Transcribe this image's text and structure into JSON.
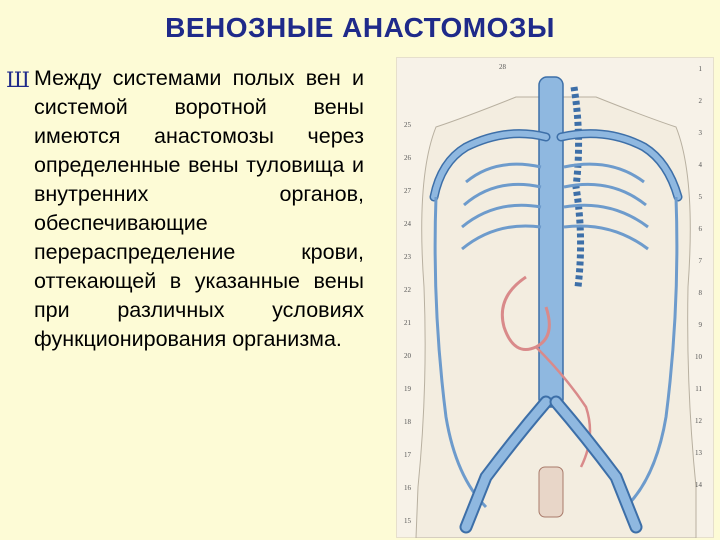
{
  "slide": {
    "title": "ВЕНОЗНЫЕ АНАСТОМОЗЫ",
    "bullet_marker": "Ш",
    "bullet_text": "Между системами полых вен и системой воротной вены имеются анастомозы через определенные вены туловища и внутренних органов, обеспечивающие перераспределение крови, оттекающей в указанные вены при различных условиях функционирования организма."
  },
  "figure": {
    "labels_left": [
      "25",
      "26",
      "27",
      "24",
      "23",
      "22",
      "21",
      "20",
      "19",
      "18",
      "17",
      "16",
      "15"
    ],
    "labels_right": [
      "1",
      "2",
      "3",
      "4",
      "5",
      "6",
      "7",
      "8",
      "9",
      "10",
      "11",
      "12",
      "13",
      "14"
    ],
    "label_top": "28",
    "colors": {
      "vein": "#8fb8e0",
      "vein_outline": "#3d6fa8",
      "portal": "#d98a8a",
      "background": "#fdfbd6",
      "title": "#1f2a8a"
    }
  }
}
